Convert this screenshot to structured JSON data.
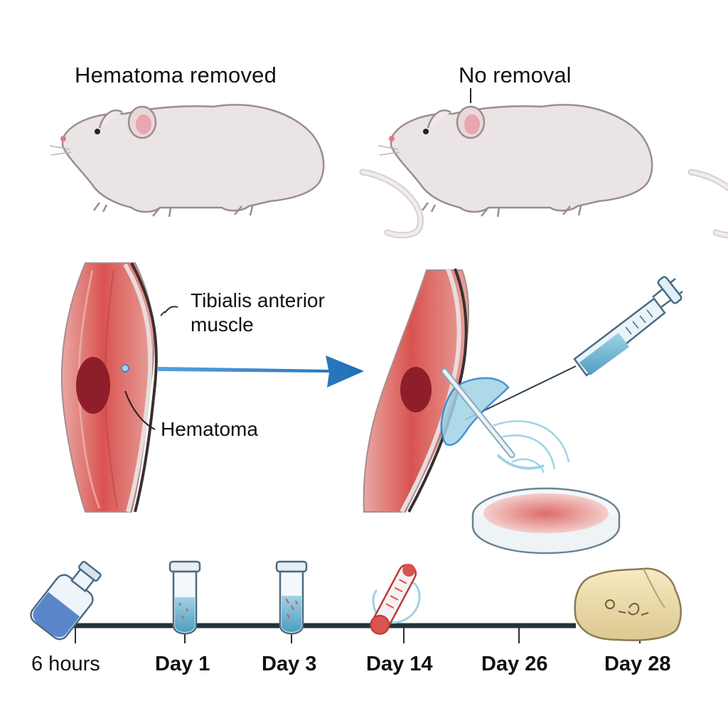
{
  "panels": {
    "left_title": "Hematoma removed",
    "right_title": "No removal"
  },
  "labels": {
    "tibialis": "Tibialis anterior muscle",
    "hematoma": "Hematoma"
  },
  "timeline": {
    "points": [
      "6 hours",
      "Day 1",
      "Day 3",
      "Day 14",
      "Day 26",
      "Day 28"
    ]
  },
  "colors": {
    "muscle": "#d9534f",
    "arrow": "#2a7fc9",
    "timeline": "#24323a",
    "fluid": "#6fb7d6"
  }
}
